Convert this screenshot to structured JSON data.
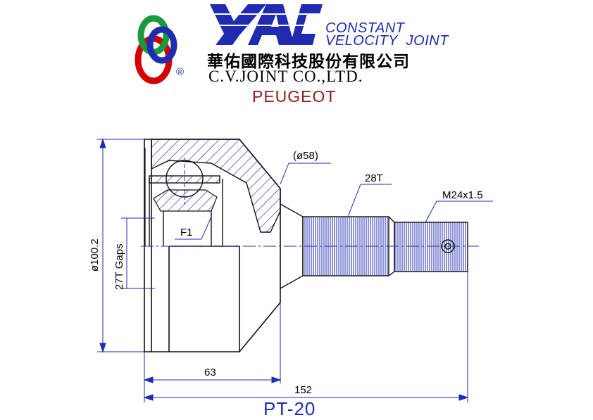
{
  "brand": {
    "logo_text": "YAC",
    "registered_mark": "®",
    "tagline_line1": "CONSTANT",
    "tagline_line2": "VELOCITY  JOINT",
    "chinese_name": "華佑國際科技股份有限公司",
    "company_name": "C.V.JOINT CO.,LTD."
  },
  "vehicle_make": "PEUGEOT",
  "drawing": {
    "labels": {
      "bore_diameter": "(ø58)",
      "spline_teeth": "28T",
      "thread": "M24x1.5",
      "f1": "F1",
      "outer_diameter": "ø100.2",
      "abs_gaps": "27T Gaps",
      "length_63": "63",
      "length_152": "152"
    }
  },
  "part_number": "PT-20",
  "colors": {
    "blue": "#1f2bb0",
    "line": "#111111",
    "red": "#d40000",
    "green": "#1a9a3a"
  }
}
